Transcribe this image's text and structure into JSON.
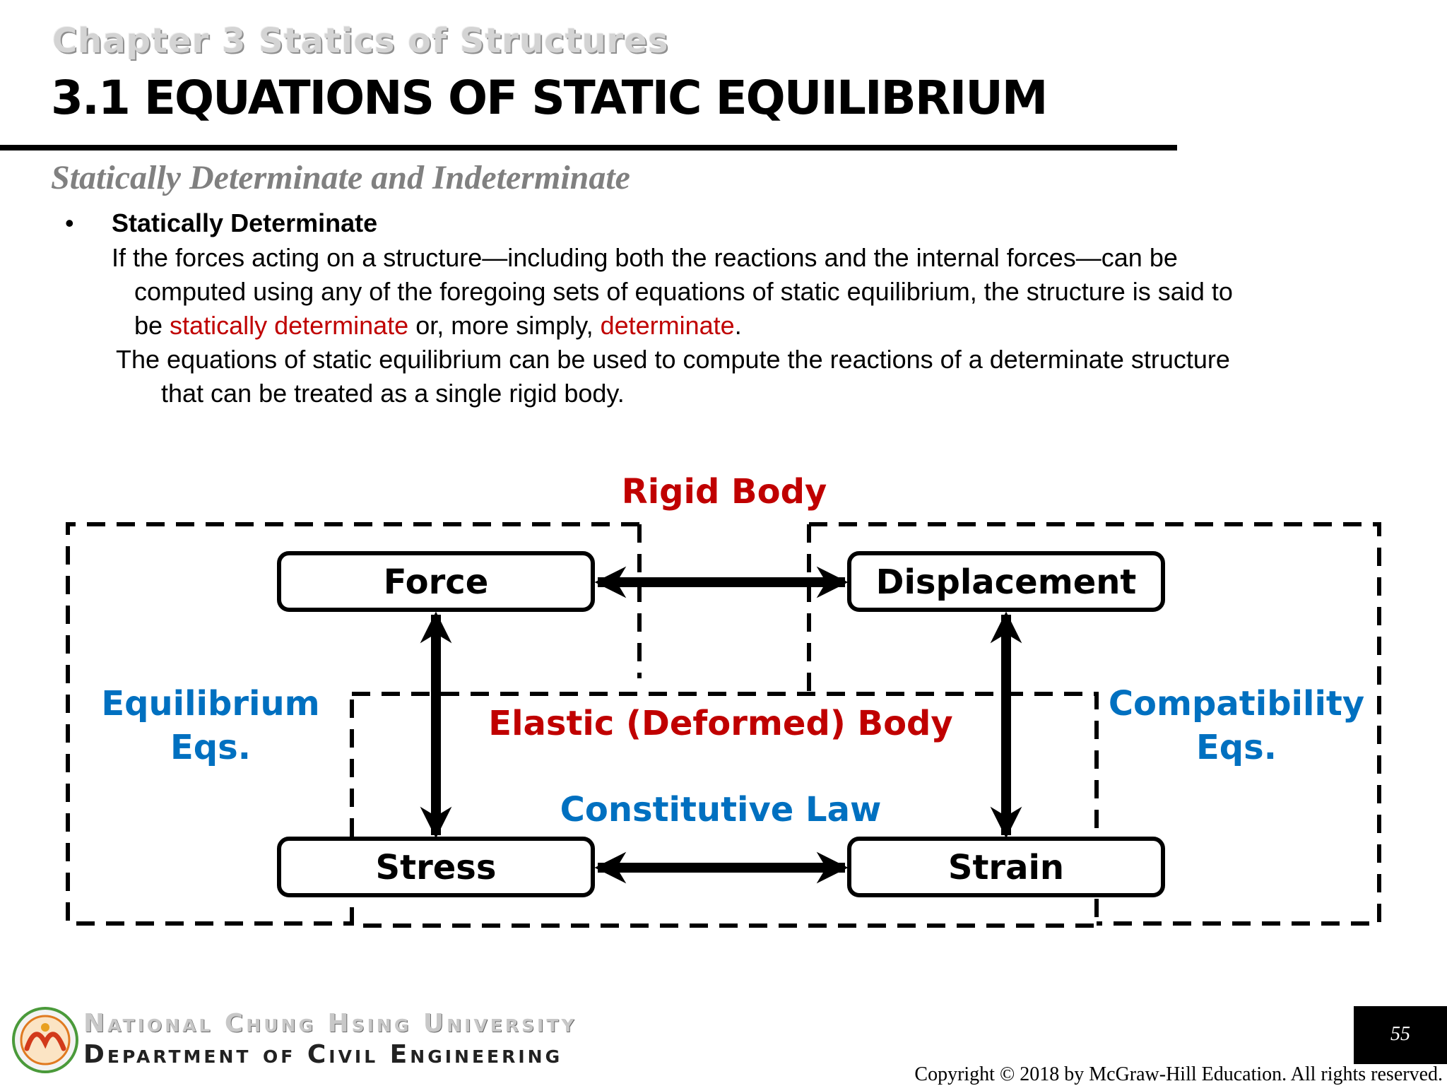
{
  "header": {
    "chapter": "Chapter 3 Statics of Structures",
    "title": "3.1 EQUATIONS OF STATIC EQUILIBRIUM",
    "subtitle": "Statically Determinate and Indeterminate"
  },
  "content": {
    "bullet_symbol": "•",
    "bullet_heading": "Statically Determinate",
    "para1_line1": "If the forces acting on a structure—including both the reactions and the internal forces—can be",
    "para1_line2": "computed using any of the foregoing sets of equations of static equilibrium, the structure is said to",
    "para1_line3_a": "be ",
    "para1_line3_red1": "statically determinate",
    "para1_line3_b": " or, more simply, ",
    "para1_line3_red2": "determinate",
    "para1_line3_c": ".",
    "para2_line1": "The equations of static equilibrium can be used to compute the reactions of a determinate structure",
    "para2_line2": "that can be treated as a single rigid body."
  },
  "diagram": {
    "rigid_body_label": "Rigid Body",
    "elastic_body_label": "Elastic (Deformed) Body",
    "constitutive_label": "Constitutive Law",
    "equilibrium_line1": "Equilibrium",
    "equilibrium_line2": "Eqs.",
    "compatibility_line1": "Compatibility",
    "compatibility_line2": "Eqs.",
    "boxes": {
      "force": "Force",
      "displacement": "Displacement",
      "stress": "Stress",
      "strain": "Strain"
    },
    "colors": {
      "red": "#c00000",
      "blue": "#0070c0"
    }
  },
  "footer": {
    "university": "National Chung Hsing University",
    "department": "Department of Civil Engineering",
    "page_number": "55",
    "copyright": "Copyright © 2018 by McGraw-Hill Education. All rights reserved."
  }
}
